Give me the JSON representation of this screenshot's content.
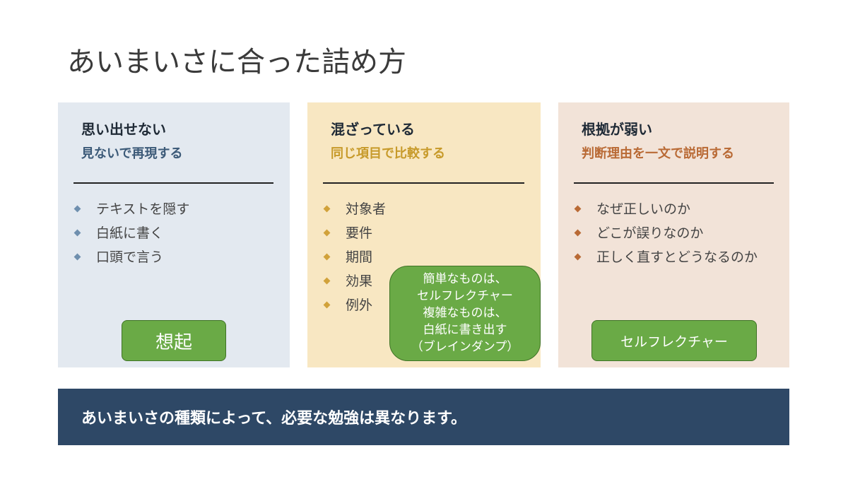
{
  "title": "あいまいさに合った詰め方",
  "cards": [
    {
      "heading": "思い出せない",
      "subheading": "見ないで再現する",
      "items": [
        "テキストを隠す",
        "白紙に書く",
        "口頭で言う"
      ],
      "button_label": "想起"
    },
    {
      "heading": "混ざっている",
      "subheading": "同じ項目で比較する",
      "items": [
        "対象者",
        "要件",
        "期間",
        "効果",
        "例外"
      ],
      "callout_lines": [
        "簡単なものは、",
        "セルフレクチャー",
        "複雑なものは、",
        "白紙に書き出す",
        "（ブレインダンプ）"
      ]
    },
    {
      "heading": "根拠が弱い",
      "subheading": "判断理由を一文で説明する",
      "items": [
        "なぜ正しいのか",
        "どこが誤りなのか",
        "正しく直すとどうなるのか"
      ],
      "button_label": "セルフレクチャー"
    }
  ],
  "footer": {
    "text": "あいまいさの種類によって、必要な勉強は異なります。"
  },
  "colors": {
    "card1_bg": "#e3e9f0",
    "card2_bg": "#f8e7c2",
    "card3_bg": "#f2e3d8",
    "card1_accent": "#3c5a78",
    "card2_accent": "#c79a2a",
    "card3_accent": "#b96a35",
    "button_green": "#6aaa46",
    "footer_bg": "#2e4866"
  }
}
